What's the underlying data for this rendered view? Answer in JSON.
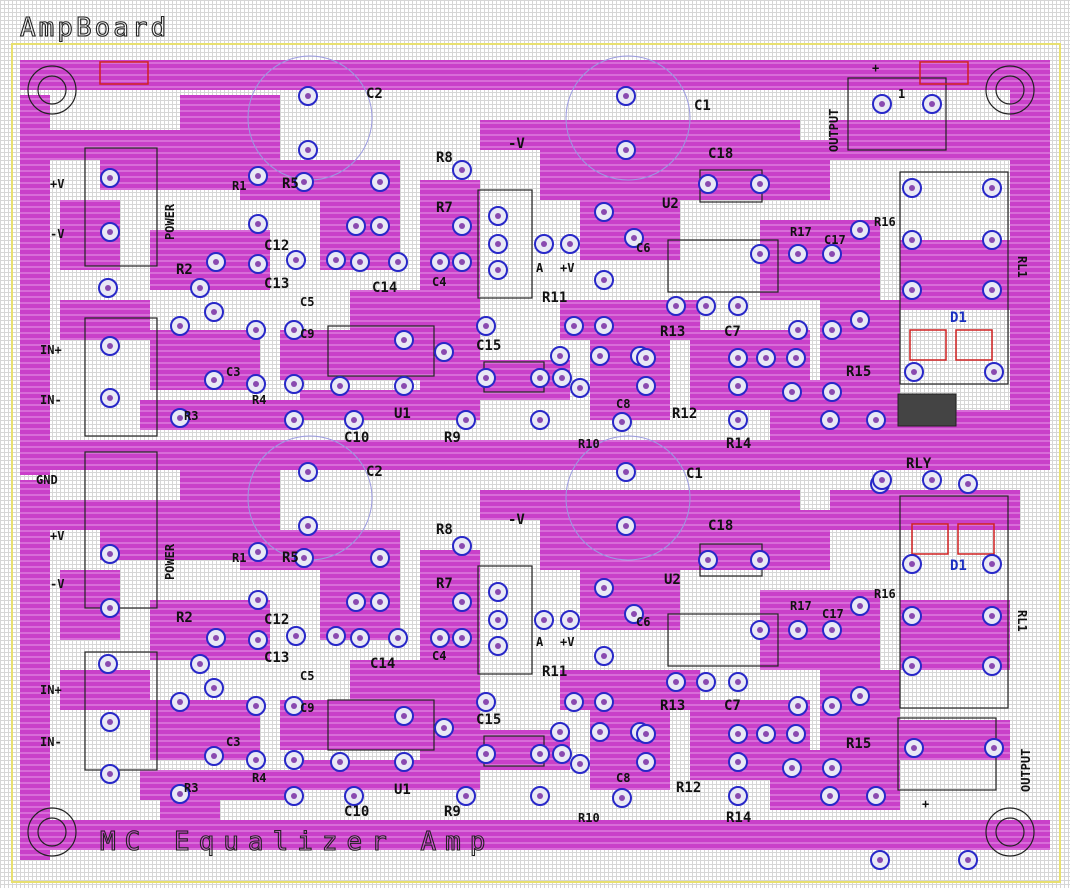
{
  "board_title": "AmpBoard",
  "footer_title": "MC Equalizer Amp",
  "colors": {
    "copper": "#c940c9",
    "copper_light": "#e07ae0",
    "pad": "#2828c8",
    "silk": "#1a1a1a",
    "outline": "#e8e070",
    "led": "#2a39c4"
  },
  "channels": [
    {
      "id": "upper",
      "labels": {
        "c2": "C2",
        "c1": "C1",
        "c18": "C18",
        "u2": "U2",
        "r8": "R8",
        "r5": "R5",
        "r7": "R7",
        "r1": "R1",
        "c12": "C12",
        "c13": "C13",
        "c14": "C14",
        "c4": "C4",
        "r2": "R2",
        "r3": "R3",
        "r4": "R4",
        "c3": "C3",
        "c5": "C5",
        "c9": "C9",
        "c15": "C15",
        "u1": "U1",
        "c10": "C10",
        "r9": "R9",
        "r10": "R10",
        "r11": "R11",
        "c6": "C6",
        "c8": "C8",
        "r13": "R13",
        "c7": "C7",
        "r12": "R12",
        "r14": "R14",
        "r15": "R15",
        "r17": "R17",
        "c17": "C17",
        "r16": "R16",
        "v_neg": "-V",
        "v_a": "A",
        "v_pos": "+V",
        "in_pos": "IN+",
        "in_neg": "IN-",
        "pwr_pos": "+V",
        "pwr_neg": "-V",
        "power": "POWER"
      }
    },
    {
      "id": "lower",
      "labels": {
        "c2": "C2",
        "c1": "C1",
        "c18": "C18",
        "u2": "U2",
        "r8": "R8",
        "r5": "R5",
        "r7": "R7",
        "r1": "R1",
        "c12": "C12",
        "c13": "C13",
        "c14": "C14",
        "c4": "C4",
        "r2": "R2",
        "r3": "R3",
        "r4": "R4",
        "c3": "C3",
        "c5": "C5",
        "c9": "C9",
        "c15": "C15",
        "u1": "U1",
        "c10": "C10",
        "r9": "R9",
        "r10": "R10",
        "r11": "R11",
        "c6": "C6",
        "c8": "C8",
        "r13": "R13",
        "c7": "C7",
        "r12": "R12",
        "r14": "R14",
        "r15": "R15",
        "r17": "R17",
        "c17": "C17",
        "r16": "R16",
        "v_neg": "-V",
        "v_a": "A",
        "v_pos": "+V",
        "in_pos": "IN+",
        "in_neg": "IN-",
        "pwr_pos": "+V",
        "pwr_neg": "-V",
        "power": "POWER"
      }
    }
  ],
  "shared": {
    "gnd": "GND",
    "output_top": "OUTPUT",
    "output_bottom": "OUTPUT",
    "plus_top": "+",
    "plus_bottom": "+",
    "rl1_top": "RL1",
    "rl1_bottom": "RL1",
    "rly": "RLY",
    "d1_top": "D1",
    "d1_bottom": "D1",
    "pin1": "1"
  }
}
